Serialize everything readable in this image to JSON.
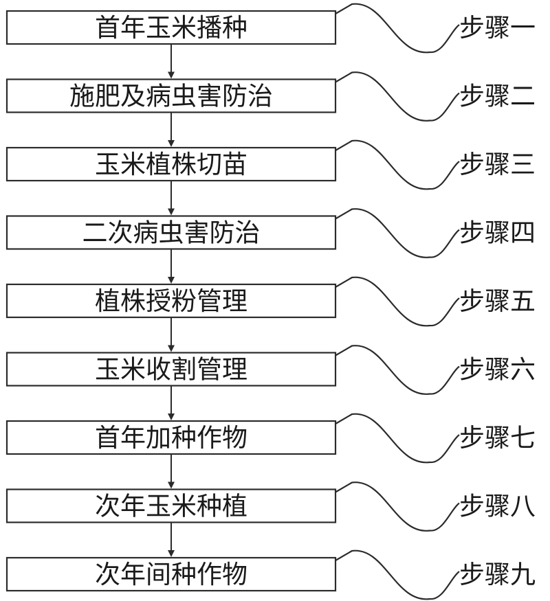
{
  "steps": [
    {
      "text": "首年玉米播种",
      "label": "步骤一"
    },
    {
      "text": "施肥及病虫害防治",
      "label": "步骤二"
    },
    {
      "text": "玉米植株切苗",
      "label": "步骤三"
    },
    {
      "text": "二次病虫害防治",
      "label": "步骤四"
    },
    {
      "text": "植株授粉管理",
      "label": "步骤五"
    },
    {
      "text": "玉米收割管理",
      "label": "步骤六"
    },
    {
      "text": "首年加种作物",
      "label": "步骤七"
    },
    {
      "text": "次年玉米种植",
      "label": "步骤八"
    },
    {
      "text": "次年间种作物",
      "label": "步骤九"
    }
  ]
}
